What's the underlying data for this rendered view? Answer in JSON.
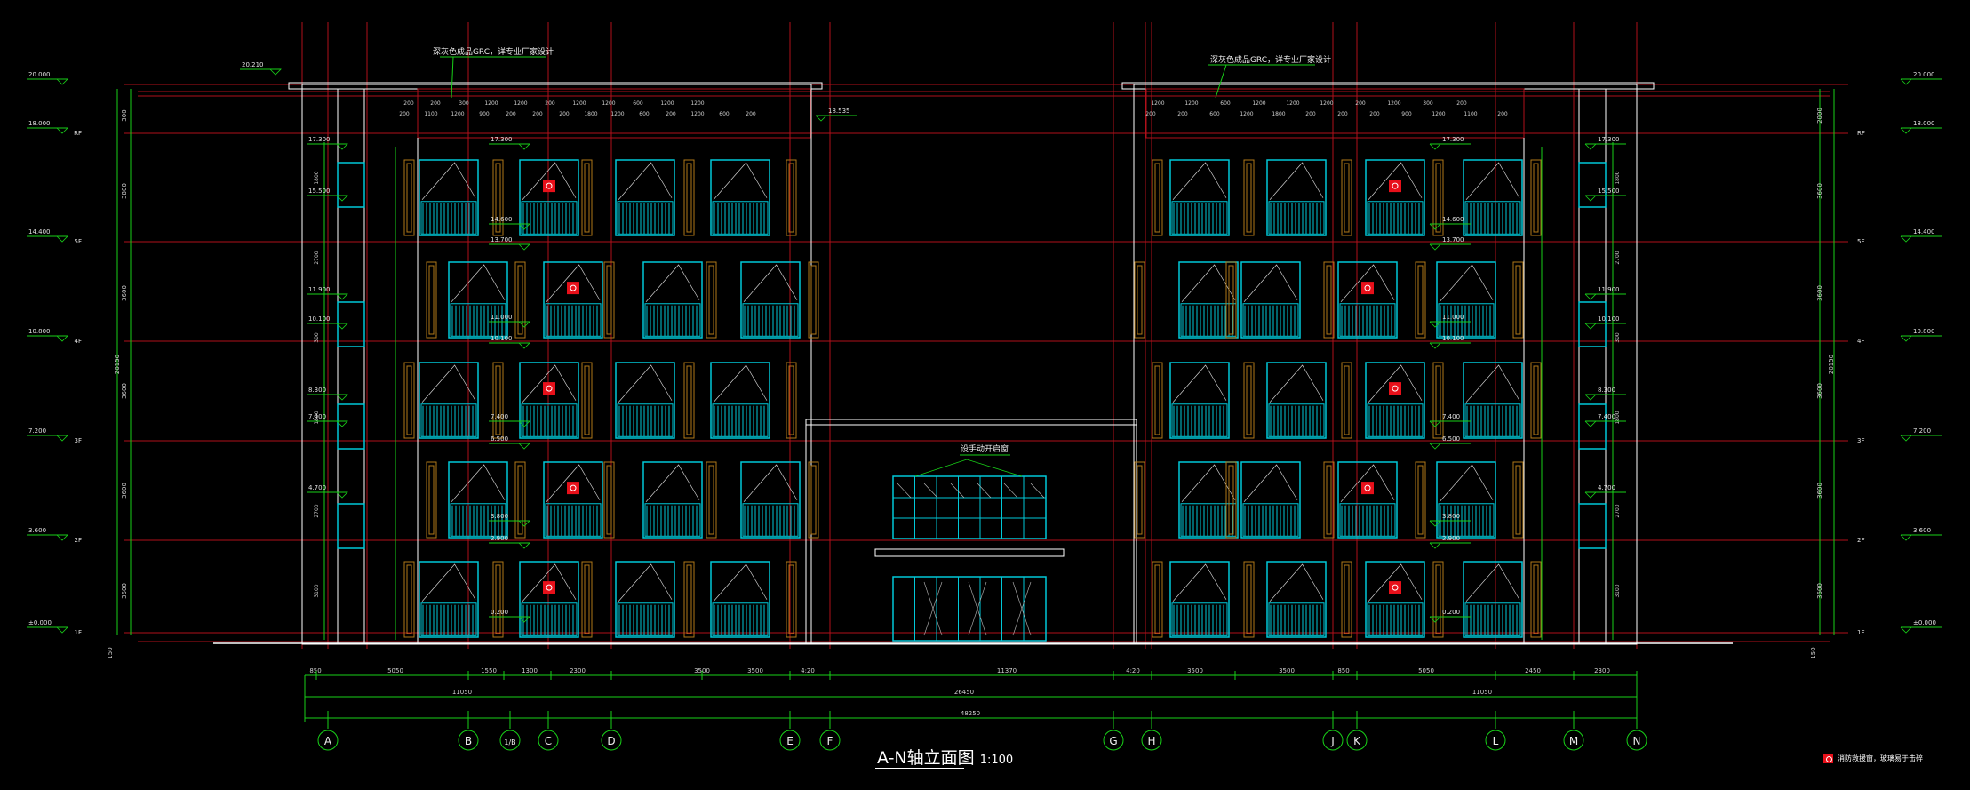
{
  "drawing": {
    "title": "A-N轴立面图",
    "scale": "1:100",
    "legend_note": "消防救援窗，玻璃易于击碎"
  },
  "axes": {
    "labels": [
      "A",
      "B",
      "1/B",
      "C",
      "D",
      "E",
      "F",
      "G",
      "H",
      "J",
      "K",
      "L",
      "M",
      "N"
    ]
  },
  "dimensions": {
    "row1": [
      "850",
      "5050",
      "1550",
      "1300",
      "2300",
      "3500",
      "3500",
      "4:20",
      "11370",
      "4:20",
      "3500",
      "3500",
      "850",
      "5050",
      "2450",
      "2300"
    ],
    "row2": [
      "11050",
      "26450",
      "11050"
    ],
    "overall": "48250",
    "left_vertical": [
      "300",
      "3800",
      "3600",
      "3600",
      "3600",
      "3600",
      "20150",
      "150"
    ],
    "right_vertical": [
      "2000",
      "3600",
      "3600",
      "3600",
      "3600",
      "3600",
      "20150",
      "150"
    ]
  },
  "levels": {
    "main": [
      "20.000",
      "18.000",
      "14.400",
      "10.800",
      "7.200",
      "3.600",
      "±0.000"
    ],
    "floors": [
      "RF",
      "5F",
      "4F",
      "3F",
      "2F",
      "1F"
    ],
    "parapet": "20.210",
    "canopy_level": "18.535",
    "window_levels": [
      "17.300",
      "14.600",
      "13.700",
      "11.000",
      "10.100",
      "7.400",
      "6.500",
      "3.800",
      "2.900",
      "0.200"
    ],
    "stair_levels": [
      "17.300",
      "15.500",
      "11.900",
      "10.100",
      "8.300",
      "7.400",
      "4.700"
    ],
    "stair_dims": [
      "1800",
      "2700",
      "300",
      "1800",
      "2700",
      "3100"
    ]
  },
  "annotations": {
    "cladding_left": "深灰色成品GRC，详专业厂家设计",
    "cladding_right": "深灰色成品GRC，详专业厂家设计",
    "entrance_door": "设手动开启窗"
  },
  "parapet_dims": {
    "left_top": [
      "200",
      "200",
      "300",
      "1200",
      "1200",
      "200",
      "1200",
      "1200",
      "600",
      "1200",
      "1200"
    ],
    "left_bottom": [
      "200",
      "1100",
      "1200",
      "900",
      "200",
      "200",
      "200",
      "1800",
      "1200",
      "600",
      "200",
      "1200",
      "600",
      "200"
    ],
    "right_top": [
      "1200",
      "1200",
      "600",
      "1200",
      "1200",
      "1200",
      "200",
      "1200",
      "300",
      "200"
    ],
    "right_bottom": [
      "200",
      "200",
      "600",
      "1200",
      "1800",
      "200",
      "200",
      "200",
      "900",
      "1200",
      "1100",
      "200"
    ]
  },
  "colors": {
    "background": "#000000",
    "red_lines": "#b0101a",
    "green_dims": "#18d018",
    "cyan_windows": "#00c8d8",
    "brown_louvers": "#b07818",
    "white_outline": "#ffffff",
    "fire_rescue_marker": "#e8101a"
  }
}
